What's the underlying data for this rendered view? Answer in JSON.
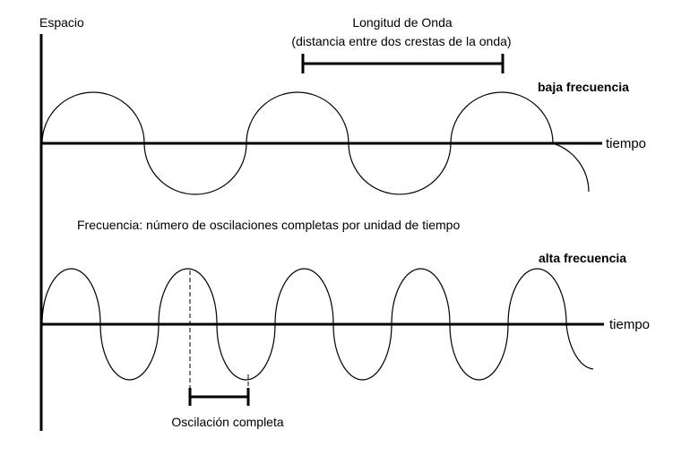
{
  "labels": {
    "y_axis": "Espacio",
    "wavelength_title": "Longitud de Onda",
    "wavelength_subtitle": "(distancia entre dos crestas de la onda)",
    "low_frequency": "baja frecuencia",
    "high_frequency": "alta frecuencia",
    "time_axis_top": "tiempo",
    "time_axis_bottom": "tiempo",
    "frequency_definition": "Frecuencia: número de oscilaciones completas por unidad de tiempo",
    "complete_oscillation": "Oscilación completa"
  },
  "colors": {
    "ink": "#000000",
    "background": "#ffffff"
  }
}
